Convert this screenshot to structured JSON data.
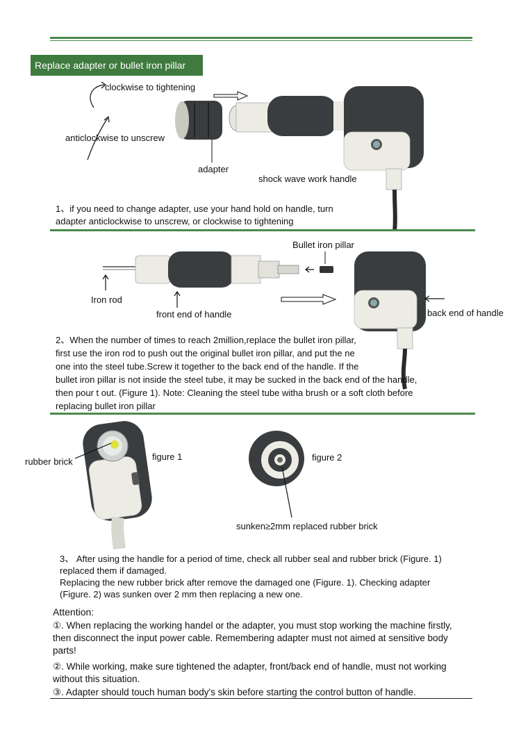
{
  "section1": {
    "heading": "Replace adapter or bullet iron pillar",
    "clockwise": "clockwise to tightening",
    "anticlockwise": "anticlockwise to unscrew",
    "adapter": "adapter",
    "handle": "shock wave work handle",
    "step_line1": "1、if you need to change adapter, use your hand hold on handle, turn",
    "step_line2": "adapter anticlockwise to unscrew, or clockwise to tightening"
  },
  "section2": {
    "bullet_pillar": "Bullet iron pillar",
    "iron_rod": "Iron rod",
    "front_end": "front end of handle",
    "back_end": "back end of handle",
    "lines": [
      "2、When the number of times to reach 2million,replace the bullet iron pillar,",
      "first use the iron rod to push out the original bullet iron pillar, and put the ne",
      "one into the steel tube.Screw it together to the back end of the handle. If the",
      "bullet iron pillar is not inside the steel tube, it may be sucked in the  back end of the handle,",
      "then  pour t out. (Figure 1). Note: Cleaning the steel tube witha brush or a soft cloth before",
      "replacing bullet iron pillar"
    ]
  },
  "section3": {
    "rubber_brick": "rubber brick",
    "figure1": "figure 1",
    "figure2": "figure 2",
    "sunken": "sunken≥2mm replaced rubber brick",
    "lines": [
      "3、 After using the handle for a period of time, check all rubber seal and rubber brick (Figure. 1)",
      "replaced them if damaged.",
      "Replacing the new rubber brick after remove the damaged one (Figure. 1). Checking adapter",
      "(Figure. 2) was sunken over 2 mm then replacing a new one."
    ]
  },
  "attention": {
    "title": "Attention:",
    "item1_line1": "①. When replacing the working handel or the adapter, you must stop working the machine firstly,",
    "item1_line2": "then disconnect the input power cable. Remembering adapter must not aimed at sensitive body",
    "item1_line3": "parts!",
    "item2_line1": "②. While working, make sure tightened the adapter, front/back end of handle, must not working",
    "item2_line2": "without this situation.",
    "item3": "③. Adapter should touch human body's skin before starting the control button of handle."
  },
  "colors": {
    "rule_green": "#4a8a4a",
    "heading_green": "#3f7a3f",
    "device_dark": "#3a3d3f",
    "device_light": "#e9e9e2"
  }
}
